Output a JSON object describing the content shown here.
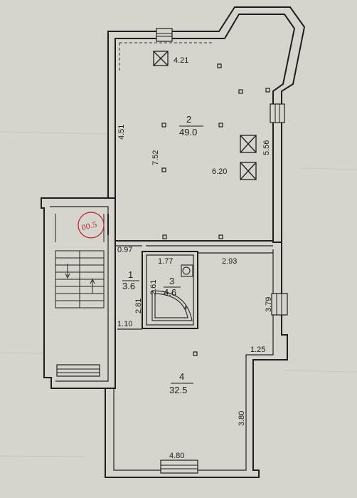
{
  "rooms": [
    {
      "number": "1",
      "area": "3.6"
    },
    {
      "number": "2",
      "area": "49.0"
    },
    {
      "number": "3",
      "area": "4.6"
    },
    {
      "number": "4",
      "area": "32.5"
    }
  ],
  "dimensions": {
    "d_421": "4.21",
    "d_451": "4.51",
    "d_752": "7.52",
    "d_620": "6.20",
    "d_556": "5.56",
    "d_097": "0.97",
    "d_177": "1.77",
    "d_293": "2.93",
    "d_261": "2.61",
    "d_281": "2.81",
    "d_110": "1.10",
    "d_379": "3.79",
    "d_125": "1.25",
    "d_380": "3.80",
    "d_480": "4.80"
  },
  "stamp_text": "00.5",
  "colors": {
    "paper": "#d6d4cd",
    "line": "#1e1e1e",
    "stamp": "#b3242c"
  }
}
